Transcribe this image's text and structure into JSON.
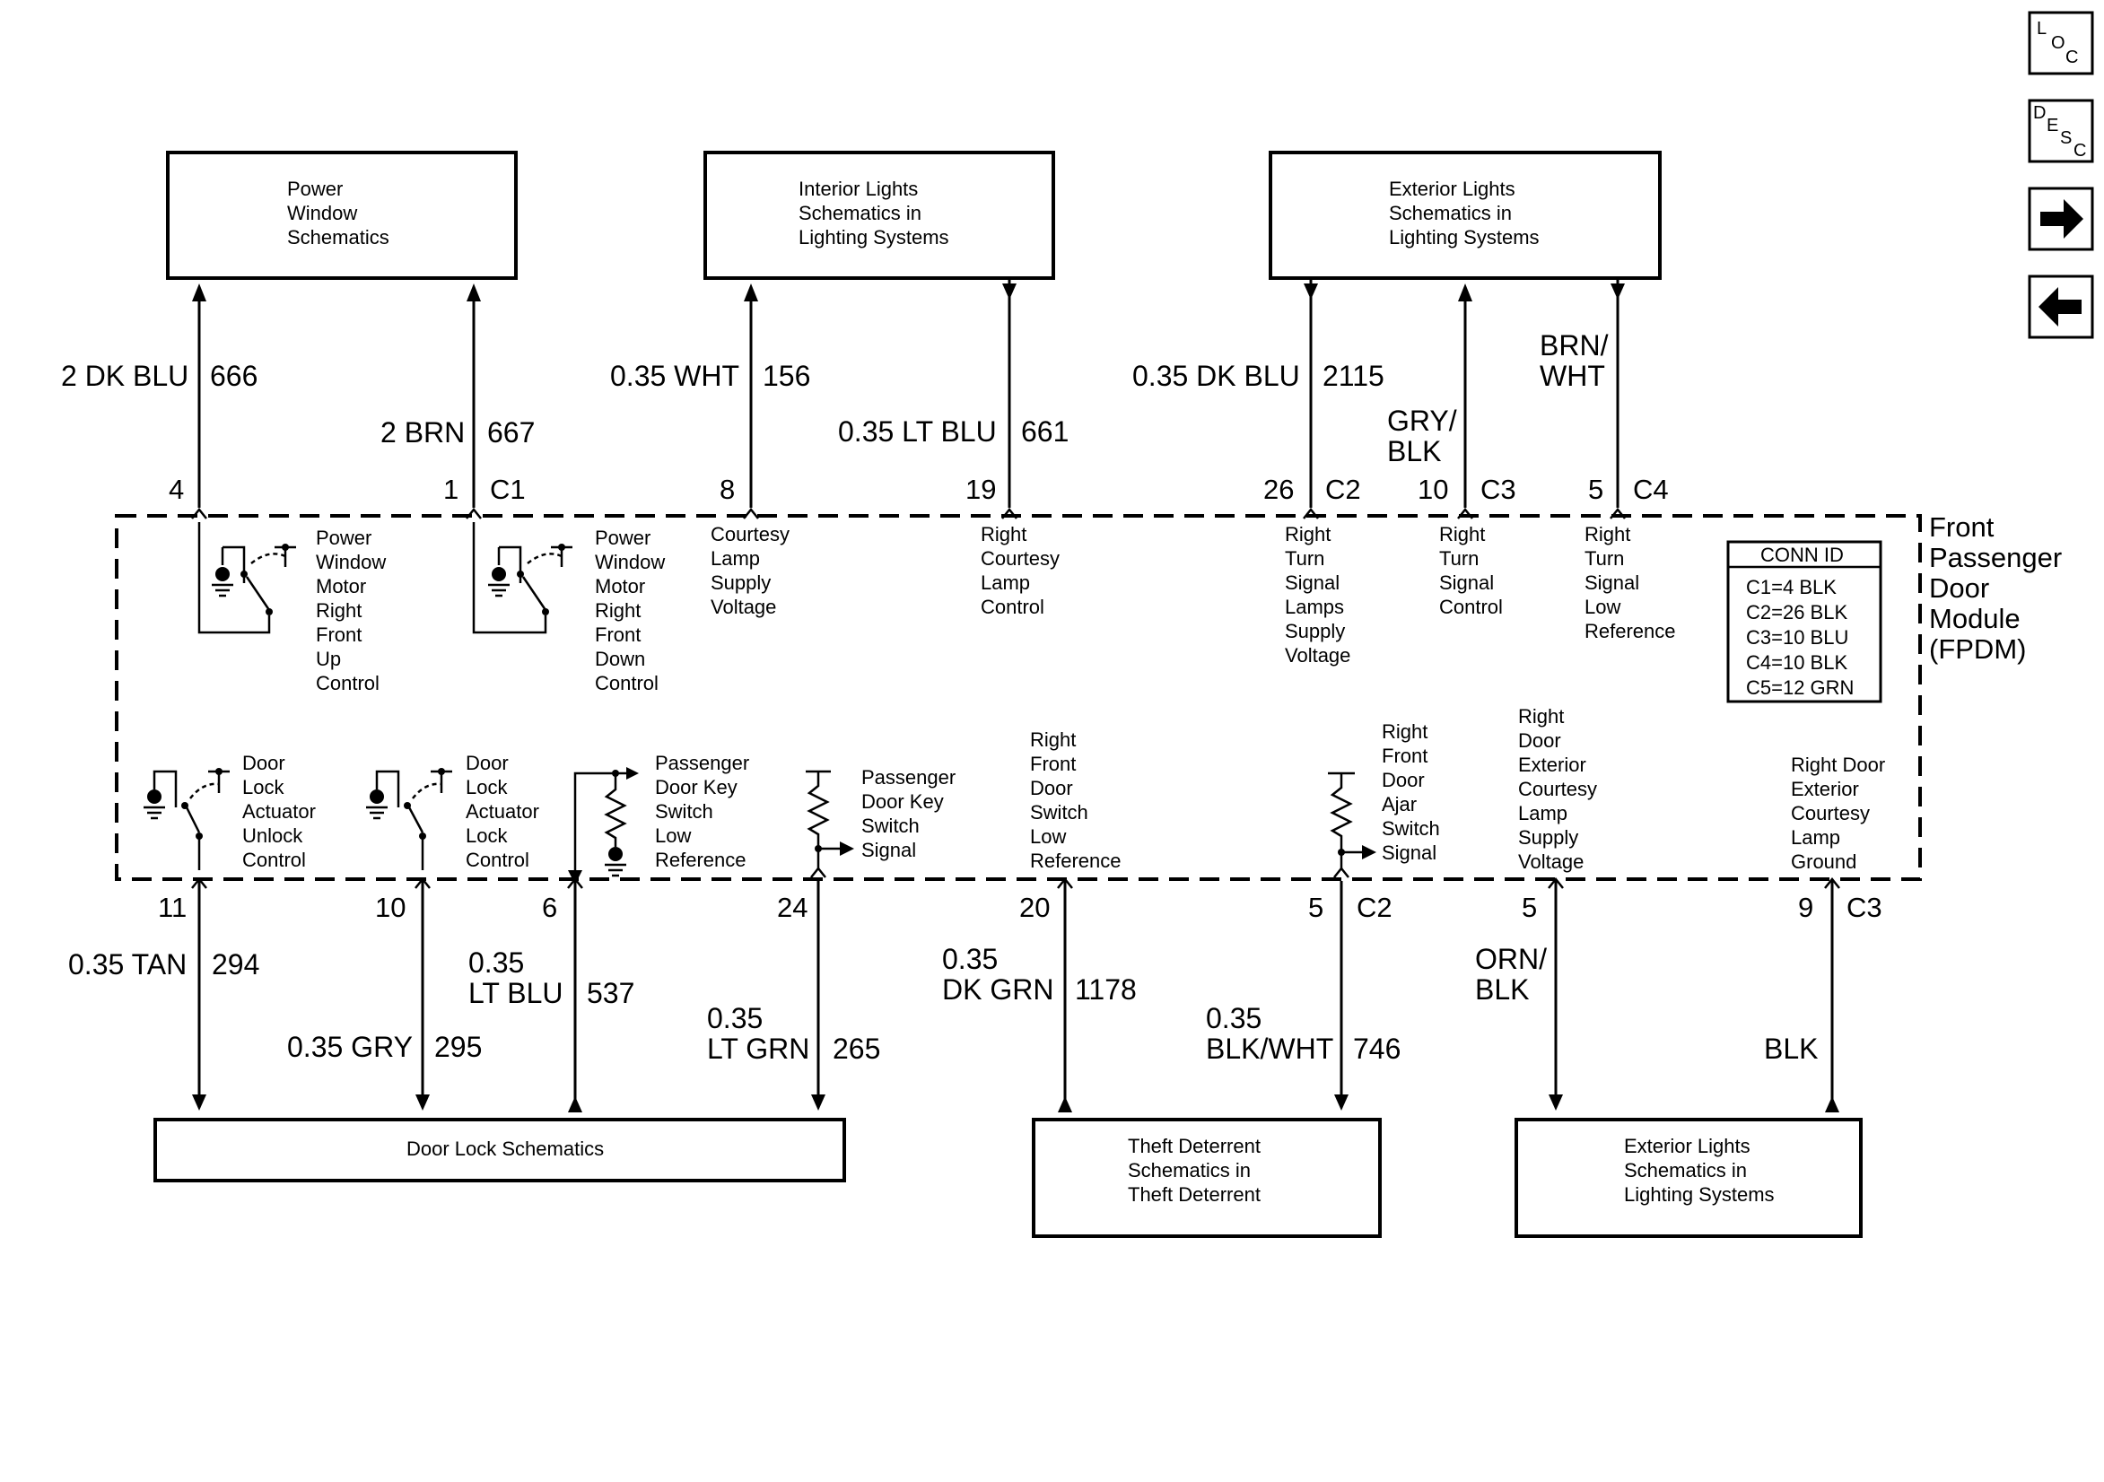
{
  "nav": {
    "loc": [
      "L",
      "O",
      "C"
    ],
    "desc": [
      "D",
      "E",
      "S",
      "C"
    ],
    "next_icon": "arrow-right-icon",
    "prev_icon": "arrow-left-icon"
  },
  "top_boxes": [
    {
      "lines": [
        "Power",
        "Window",
        "Schematics"
      ]
    },
    {
      "lines": [
        "Interior Lights",
        "Schematics in",
        "Lighting Systems"
      ]
    },
    {
      "lines": [
        "Exterior Lights",
        "Schematics in",
        "Lighting Systems"
      ]
    }
  ],
  "bottom_boxes": [
    {
      "lines": [
        "Door Lock Schematics"
      ]
    },
    {
      "lines": [
        "Theft Deterrent",
        "Schematics in",
        "Theft Deterrent"
      ]
    },
    {
      "lines": [
        "Exterior Lights",
        "Schematics in",
        "Lighting Systems"
      ]
    }
  ],
  "module": {
    "name": [
      "Front",
      "Passenger",
      "Door",
      "Module",
      "(FPDM)"
    ],
    "conn_title": "CONN ID",
    "conn_rows": [
      "C1=4 BLK",
      "C2=26 BLK",
      "C3=10 BLU",
      "C4=10 BLK",
      "C5=12 GRN"
    ]
  },
  "top_wires": [
    {
      "color": "2 DK BLU",
      "circuit": "666",
      "pin": "4",
      "conn": ""
    },
    {
      "color": "2 BRN",
      "circuit": "667",
      "pin": "1",
      "conn": "C1"
    },
    {
      "color": "0.35 WHT",
      "circuit": "156",
      "pin": "8",
      "conn": ""
    },
    {
      "color": "0.35 LT BLU",
      "circuit": "661",
      "pin": "19",
      "conn": ""
    },
    {
      "color": "0.35 DK BLU",
      "circuit": "2115",
      "pin": "26",
      "conn": "C2"
    },
    {
      "color": [
        "GRY/",
        "BLK"
      ],
      "circuit": "",
      "pin": "10",
      "conn": "C3"
    },
    {
      "color": [
        "BRN/",
        "WHT"
      ],
      "circuit": "",
      "pin": "5",
      "conn": "C4"
    }
  ],
  "top_descs": [
    [
      "Power",
      "Window",
      "Motor",
      "Right",
      "Front",
      "Up",
      "Control"
    ],
    [
      "Power",
      "Window",
      "Motor",
      "Right",
      "Front",
      "Down",
      "Control"
    ],
    [
      "Courtesy",
      "Lamp",
      "Supply",
      "Voltage"
    ],
    [
      "Right",
      "Courtesy",
      "Lamp",
      "Control"
    ],
    [
      "Right",
      "Turn",
      "Signal",
      "Lamps",
      "Supply",
      "Voltage"
    ],
    [
      "Right",
      "Turn",
      "Signal",
      "Control"
    ],
    [
      "Right",
      "Turn",
      "Signal",
      "Low",
      "Reference"
    ]
  ],
  "bottom_descs": [
    [
      "Door",
      "Lock",
      "Actuator",
      "Unlock",
      "Control"
    ],
    [
      "Door",
      "Lock",
      "Actuator",
      "Lock",
      "Control"
    ],
    [
      "Passenger",
      "Door Key",
      "Switch",
      "Low",
      "Reference"
    ],
    [
      "Passenger",
      "Door Key",
      "Switch",
      "Signal"
    ],
    [
      "Right",
      "Front",
      "Door",
      "Switch",
      "Low",
      "Reference"
    ],
    [
      "Right",
      "Front",
      "Door",
      "Ajar",
      "Switch",
      "Signal"
    ],
    [
      "Right",
      "Door",
      "Exterior",
      "Courtesy",
      "Lamp",
      "Supply",
      "Voltage"
    ],
    [
      "Right Door",
      "Exterior",
      "Courtesy",
      "Lamp",
      "Ground"
    ]
  ],
  "bottom_wires": [
    {
      "pin": "11",
      "conn": "",
      "color": [
        "0.35 TAN"
      ],
      "circuit": "294"
    },
    {
      "pin": "10",
      "conn": "",
      "color": [
        "0.35 GRY"
      ],
      "circuit": "295"
    },
    {
      "pin": "6",
      "conn": "",
      "color": [
        "0.35",
        "LT BLU"
      ],
      "circuit": "537"
    },
    {
      "pin": "24",
      "conn": "",
      "color": [
        "0.35",
        "LT GRN"
      ],
      "circuit": "265"
    },
    {
      "pin": "20",
      "conn": "",
      "color": [
        "0.35",
        "DK GRN"
      ],
      "circuit": "1178"
    },
    {
      "pin": "5",
      "conn": "C2",
      "color": [
        "0.35",
        "BLK/WHT"
      ],
      "circuit": "746"
    },
    {
      "pin": "5",
      "conn": "",
      "color": [
        "ORN/",
        "BLK"
      ],
      "circuit": ""
    },
    {
      "pin": "9",
      "conn": "C3",
      "color": [
        "BLK"
      ],
      "circuit": ""
    }
  ]
}
